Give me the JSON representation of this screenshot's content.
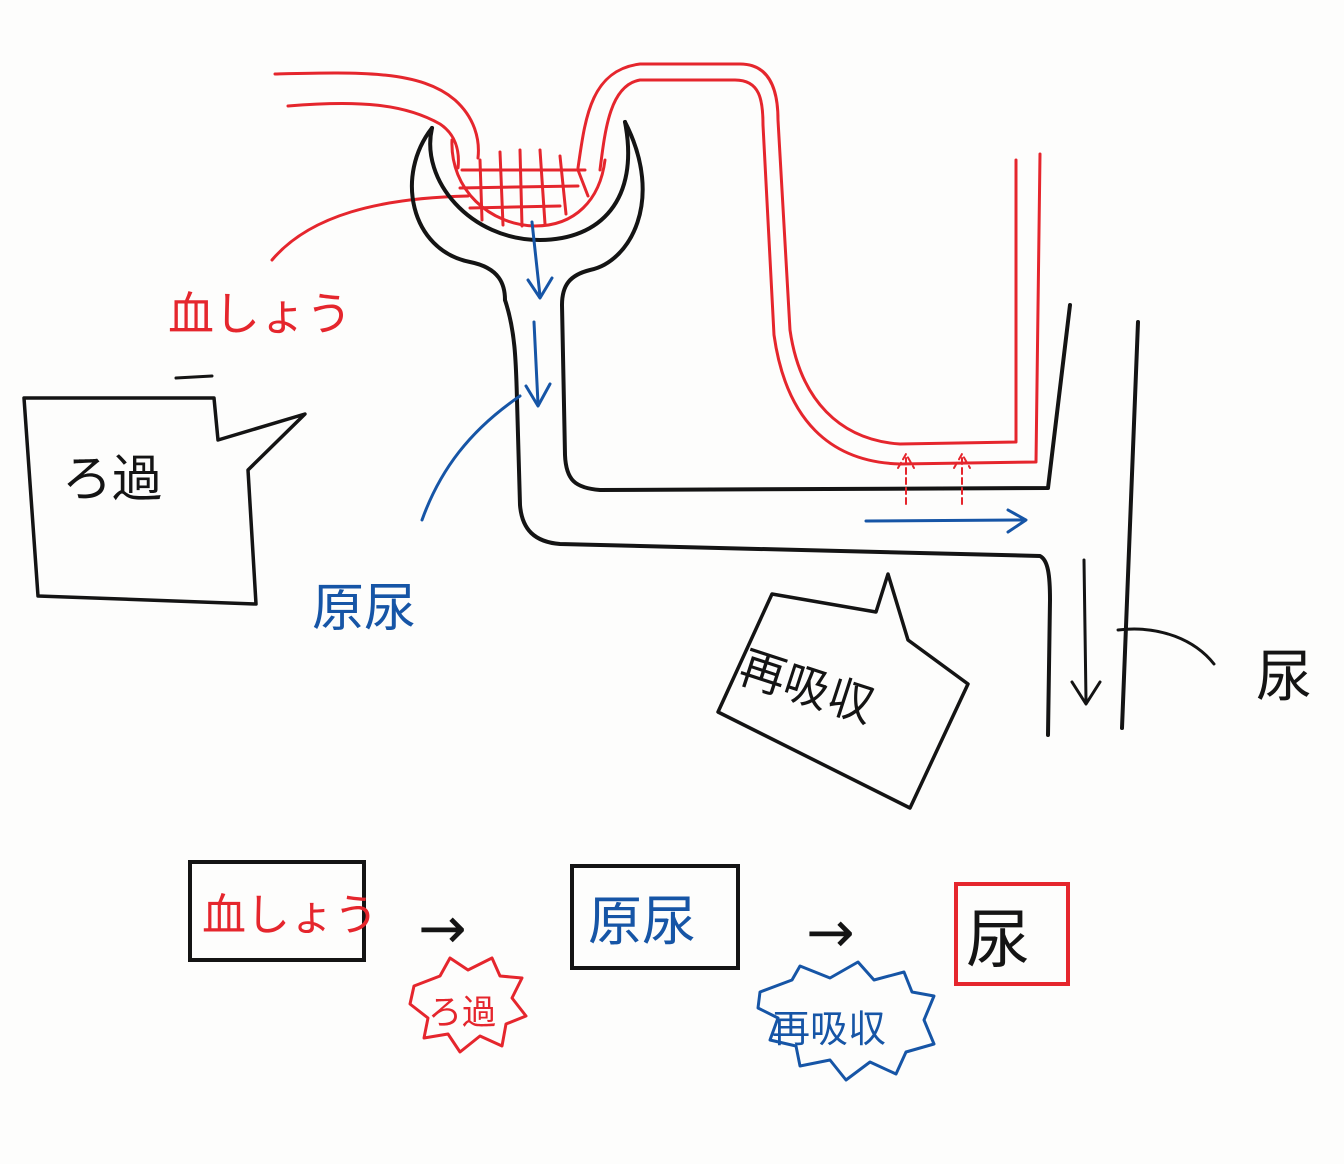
{
  "labels": {
    "plasma": "血しょう",
    "filtration": "ろ過",
    "primary_urine": "原尿",
    "reabsorption": "再吸収",
    "urine": "尿"
  },
  "flow": {
    "step1": "血しょう",
    "arrow1": "→",
    "process1": "ろ過",
    "step2": "原尿",
    "arrow2": "→",
    "process2": "再吸収",
    "step3": "尿"
  },
  "colors": {
    "ink": "#141414",
    "red": "#e5262d",
    "blue": "#1655a6",
    "paper": "#fdfdfc"
  }
}
